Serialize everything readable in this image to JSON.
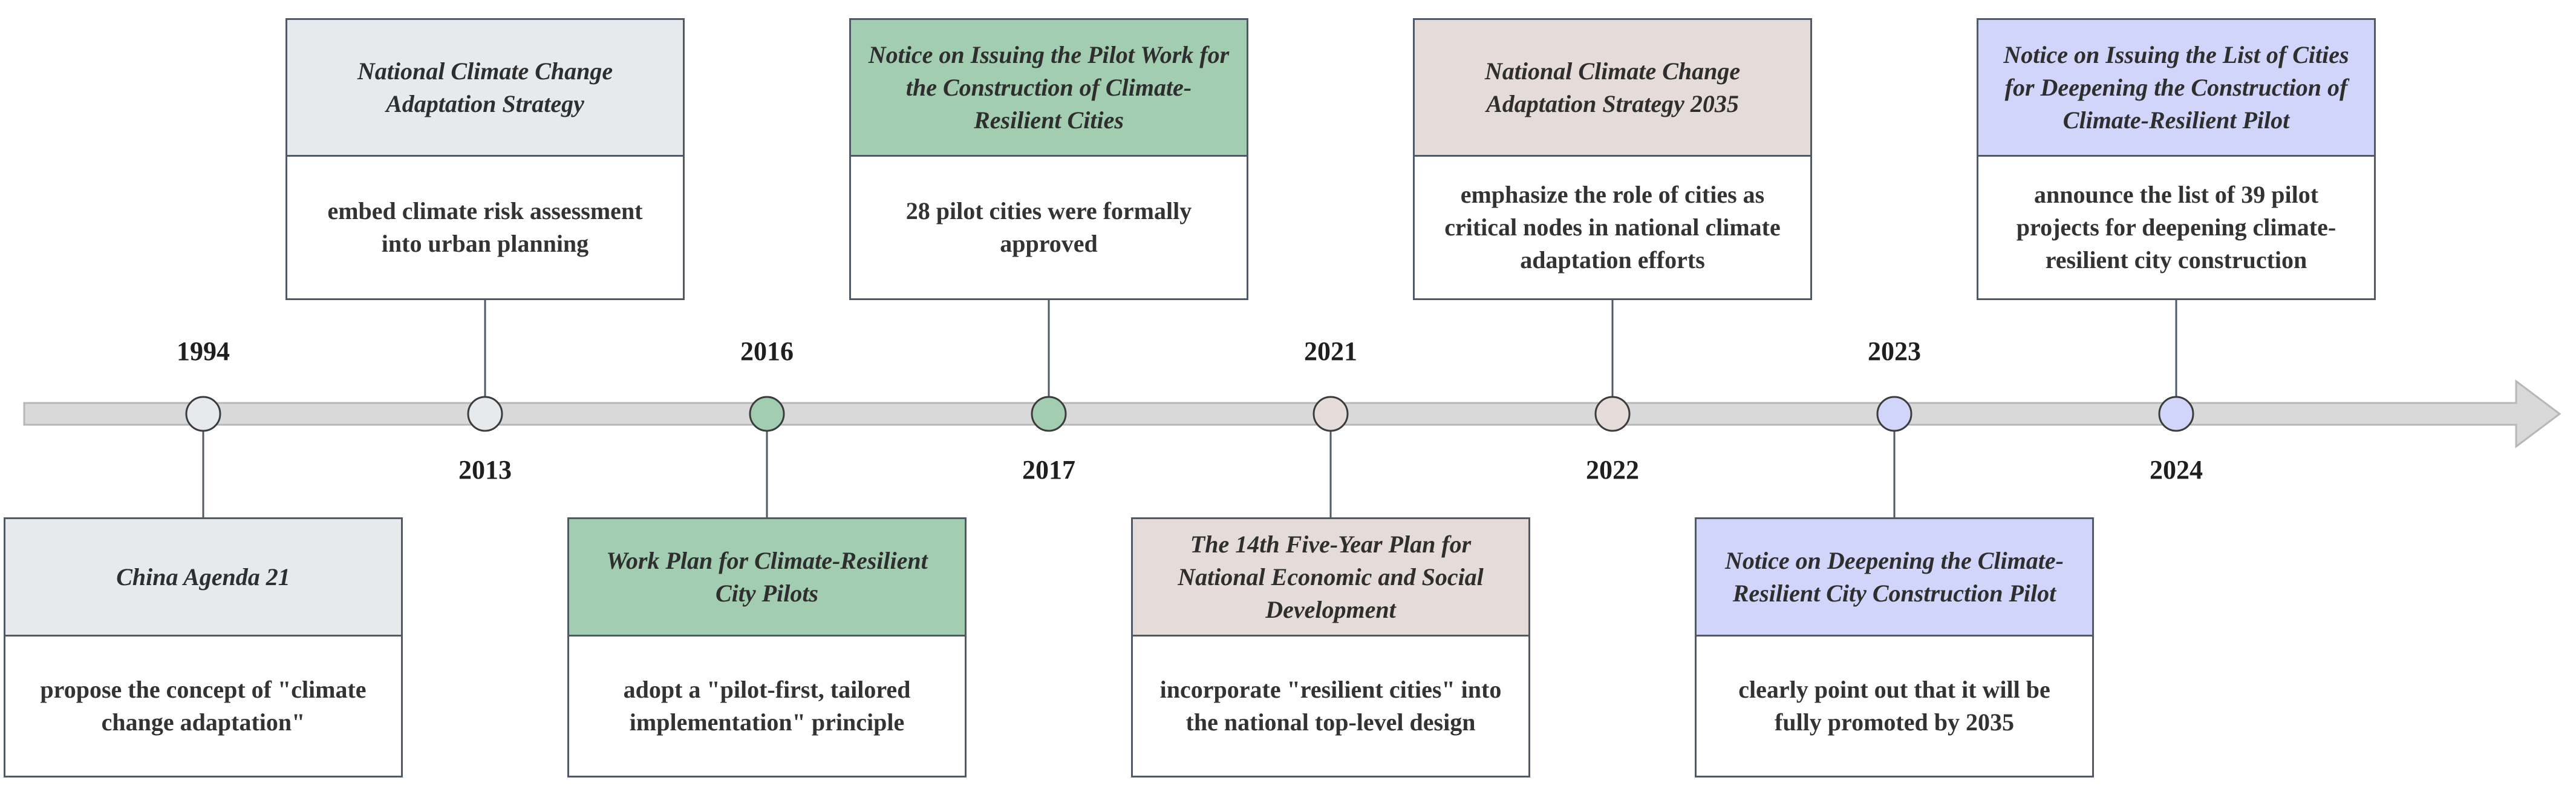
{
  "colors": {
    "axis_fill": "#d9d9d9",
    "axis_stroke": "#b7b7b7",
    "connector": "#505a66",
    "group_gray": "#e6eaed",
    "group_green": "#a3cdb0",
    "group_taupe": "#e5dcda",
    "group_lavender": "#d2d5fa"
  },
  "milestones": [
    {
      "year": "1994",
      "title": "China Agenda 21",
      "description": "propose the concept of \"climate change adaptation\"",
      "color": "#e6eaed"
    },
    {
      "year": "2013",
      "title": "National Climate Change Adaptation Strategy",
      "description": "embed climate risk assessment into urban planning",
      "color": "#e6eaed"
    },
    {
      "year": "2016",
      "title": "Work Plan for Climate-Resilient City Pilots",
      "description": "adopt a \"pilot-first, tailored implementation\" principle",
      "color": "#a3cdb0"
    },
    {
      "year": "2017",
      "title": "Notice on Issuing the Pilot Work for the Construction of Climate-Resilient Cities",
      "description": "28 pilot cities were formally approved",
      "color": "#a3cdb0"
    },
    {
      "year": "2021",
      "title": "The 14th Five-Year Plan for National Economic and Social Development",
      "description": "incorporate \"resilient cities\" into the national top-level design",
      "color": "#e5dcda"
    },
    {
      "year": "2022",
      "title": "National Climate Change Adaptation Strategy 2035",
      "description": "emphasize the role of cities as critical nodes in national climate adaptation efforts",
      "color": "#e5dcda"
    },
    {
      "year": "2023",
      "title": "Notice on Deepening the Climate-Resilient City Construction Pilot",
      "description": "clearly point out that it will be fully promoted by 2035",
      "color": "#d2d5fa"
    },
    {
      "year": "2024",
      "title": "Notice on Issuing the List of Cities for Deepening the Construction of Climate-Resilient Pilot",
      "description": "announce the list of 39 pilot projects for deepening climate-resilient city construction",
      "color": "#d2d5fa"
    }
  ]
}
